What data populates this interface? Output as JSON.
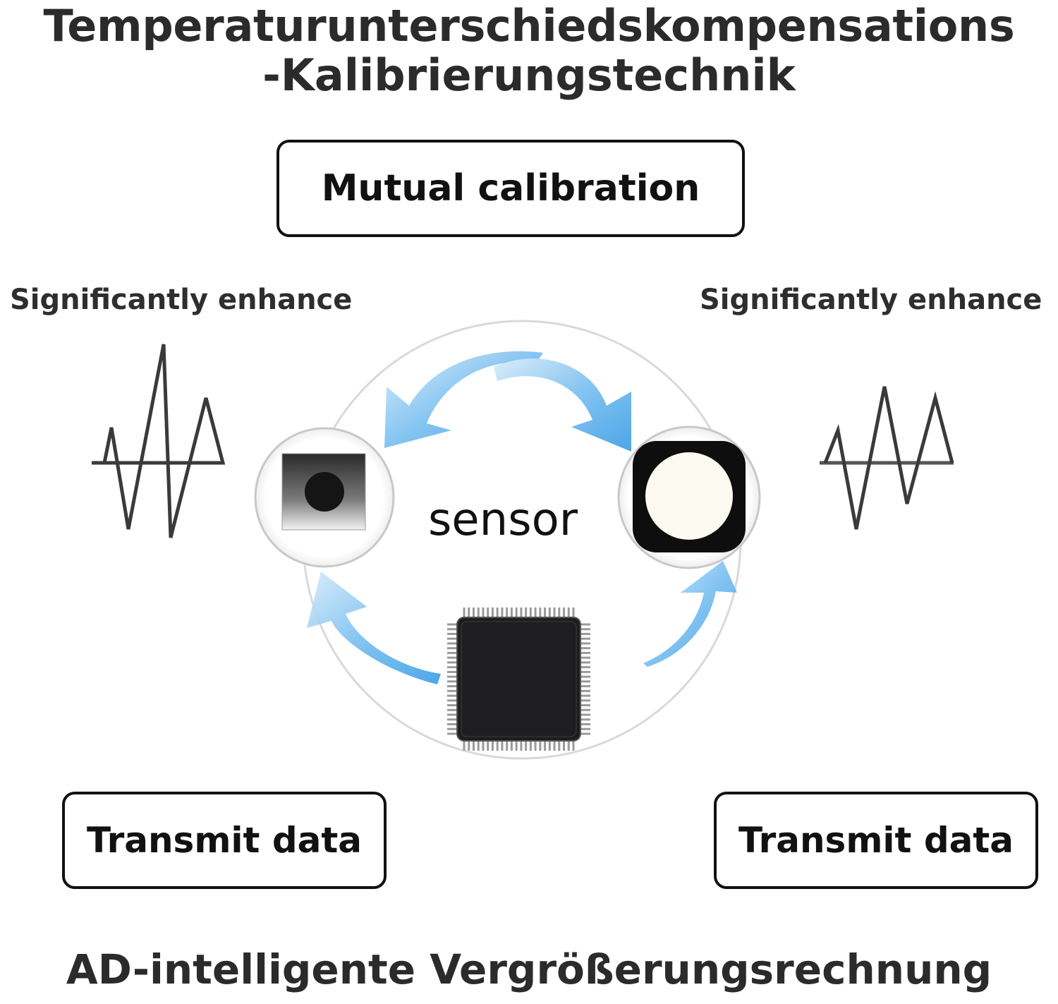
{
  "title": {
    "line1": "Temperaturunterschiedskompensations",
    "line2": "-Kalibrierungstechnik"
  },
  "mutual_label": "Mutual calibration",
  "enhance_left": "Significantly enhance",
  "enhance_right": "Significantly enhance",
  "sensor_label": "sensor",
  "transmit_left": "Transmit data",
  "transmit_right": "Transmit data",
  "footer": "AD-intelligente Vergrößerungsrechnung",
  "icons": [
    "noisy-waveform-icon",
    "sensor-square-icon",
    "sensor-round-icon",
    "microchip-icon",
    "clean-waveform-icon",
    "curved-arrow-icon"
  ],
  "colors": {
    "text": "#2b2b2b",
    "arrow": "#5aaeea",
    "box_border": "#111111"
  }
}
